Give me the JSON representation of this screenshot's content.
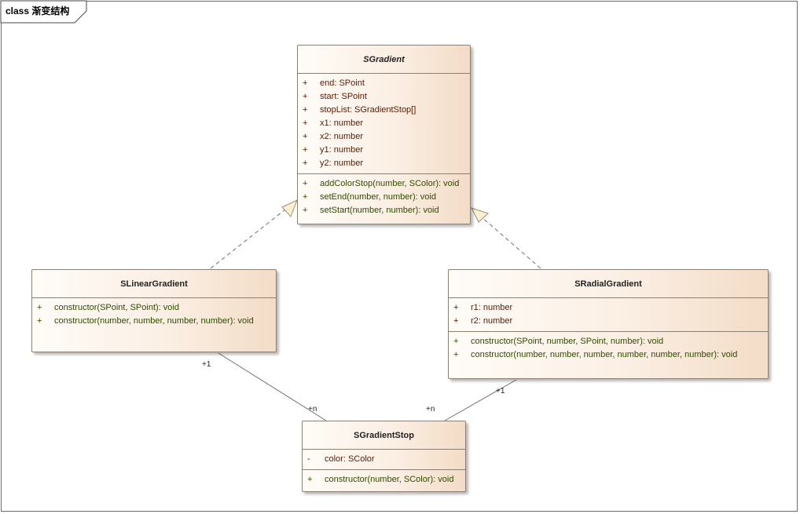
{
  "diagram": {
    "title": "class 渐变结构",
    "classes": {
      "sgradient": {
        "name": "SGradient",
        "attributes": [
          {
            "vis": "+",
            "text": "end: SPoint"
          },
          {
            "vis": "+",
            "text": "start: SPoint"
          },
          {
            "vis": "+",
            "text": "stopList: SGradientStop[]"
          },
          {
            "vis": "+",
            "text": "x1: number"
          },
          {
            "vis": "+",
            "text": "x2: number"
          },
          {
            "vis": "+",
            "text": "y1: number"
          },
          {
            "vis": "+",
            "text": "y2: number"
          }
        ],
        "operations": [
          {
            "vis": "+",
            "text": "addColorStop(number, SColor): void"
          },
          {
            "vis": "+",
            "text": "setEnd(number, number): void"
          },
          {
            "vis": "+",
            "text": "setStart(number, number): void"
          }
        ]
      },
      "slinear": {
        "name": "SLinearGradient",
        "operations": [
          {
            "vis": "+",
            "text": "constructor(SPoint, SPoint): void"
          },
          {
            "vis": "+",
            "text": "constructor(number, number, number, number): void"
          }
        ]
      },
      "sradial": {
        "name": "SRadialGradient",
        "attributes": [
          {
            "vis": "+",
            "text": "r1: number"
          },
          {
            "vis": "+",
            "text": "r2: number"
          }
        ],
        "operations": [
          {
            "vis": "+",
            "text": "constructor(SPoint, number, SPoint, number): void"
          },
          {
            "vis": "+",
            "text": "constructor(number, number, number, number, number, number): void"
          }
        ]
      },
      "sstop": {
        "name": "SGradientStop",
        "attributes": [
          {
            "vis": "-",
            "text": "color: SColor"
          }
        ],
        "operations": [
          {
            "vis": "+",
            "text": "constructor(number, SColor): void"
          }
        ]
      }
    },
    "multiplicities": {
      "linear_end": "+1",
      "linear_stop_end": "+n",
      "radial_stop_end": "+n",
      "radial_end": "+1"
    },
    "colors": {
      "border": "#8c7f74",
      "attribute_text": "#5a1a00",
      "operation_text": "#2f4a00",
      "class_fill_light": "#fffcf8",
      "class_fill_dark": "#f3dcc7"
    }
  }
}
